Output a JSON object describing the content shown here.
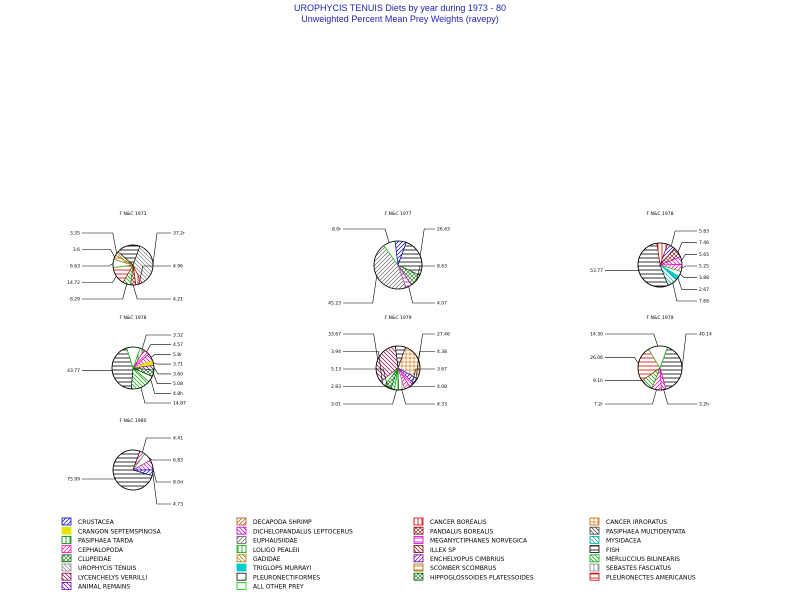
{
  "header": {
    "title": "UROPHYCIS TENUIS Diets by year during 1973 - 80",
    "subtitle": "Unweighted Percent Mean Prey Weights (ravepy)"
  },
  "chart_data": {
    "type": "pie",
    "title": "UROPHYCIS TENUIS Diets by year during 1973 - 80",
    "subtitle": "Unweighted Percent Mean Prey Weights (ravepy)",
    "pies": [
      {
        "label": "F N&C 1973",
        "slices": [
          {
            "category": "UROPHYCIS TENUIS",
            "value": 37.2
          },
          {
            "category": "CANCER BOREALIS",
            "value": 4.96
          },
          {
            "category": "PANDALUS BOREALIS",
            "value": 4.21
          },
          {
            "category": "MERLUCCIUS BILINEARIS",
            "value": 6.29
          },
          {
            "category": "PLEURONECTES AMERICANUS",
            "value": 14.72
          },
          {
            "category": "ALL OTHER PREY",
            "value": 6.63
          },
          {
            "category": "SCOMBER SCOMBRUS",
            "value": 3.6
          },
          {
            "category": "GADIDAE",
            "value": 3.35
          },
          {
            "category": "FISH",
            "value": 19.04
          }
        ],
        "value_labels": [
          "37.2r",
          "4.96",
          "4.21",
          "6.29",
          "14.72",
          "6.63",
          "3.6",
          "3.35"
        ]
      },
      {
        "label": "F N&C 1977",
        "slices": [
          {
            "category": "FISH",
            "value": 26.43
          },
          {
            "category": "CLUPEIDAE",
            "value": 8.63
          },
          {
            "category": "MEGANYCTIPHANES NORVEGICA",
            "value": 4.07
          },
          {
            "category": "EUPHAUSIIDAE",
            "value": 45.23
          },
          {
            "category": "ALL OTHER PREY",
            "value": 8.04
          },
          {
            "category": "CRUSTACEA",
            "value": 7.6
          }
        ],
        "value_labels": [
          "26.43",
          "8.63",
          "4.07",
          "45.23",
          "8.0r"
        ]
      },
      {
        "label": "F N&C 1978",
        "slices": [
          {
            "category": "CRUSTACEA",
            "value": 5.83
          },
          {
            "category": "PANDALUS BOREALIS",
            "value": 7.46
          },
          {
            "category": "DICHELOPANDALUS LEPTOCERUS",
            "value": 5.65
          },
          {
            "category": "CEPHALOPODA",
            "value": 5.25
          },
          {
            "category": "ALL OTHER PREY",
            "value": 3.88
          },
          {
            "category": "TRIGLOPS MURRAYI",
            "value": 2.67
          },
          {
            "category": "MYSIDACEA",
            "value": 7.68
          },
          {
            "category": "FISH",
            "value": 53.77
          },
          {
            "category": "CANCER BOREALIS",
            "value": 7.81
          }
        ],
        "value_labels": [
          "5.83",
          "7.46",
          "5.65",
          "5.25",
          "3.88",
          "2.67",
          "7.68",
          "53.77"
        ]
      },
      {
        "label": "F N&C 1978",
        "slices": [
          {
            "category": "PASIPHAEA TARDA",
            "value": 3.32
          },
          {
            "category": "CEPHALOPODA",
            "value": 4.57
          },
          {
            "category": "DICHELOPANDALUS LEPTOCERUS",
            "value": 5.8
          },
          {
            "category": "CRANGON SEPTEMSPINOSA",
            "value": 3.71
          },
          {
            "category": "ANIMAL REMAINS",
            "value": 3.6
          },
          {
            "category": "CLUPEIDAE",
            "value": 5.08
          },
          {
            "category": "PLEURONECTIFORMES",
            "value": 4.8
          },
          {
            "category": "MERLUCCIUS BILINEARIS",
            "value": 14.87
          },
          {
            "category": "FISH",
            "value": 43.77
          },
          {
            "category": "ALL OTHER PREY",
            "value": 10.48
          }
        ],
        "value_labels": [
          "3.32",
          "4.57",
          "5.8r",
          "3.71",
          "3.60",
          "5.08",
          "4.8h",
          "14.87",
          "43.77"
        ]
      },
      {
        "label": "F N&C 1979",
        "slices": [
          {
            "category": "CANCER IRRORATUS",
            "value": 27.46
          },
          {
            "category": "CRUSTACEA",
            "value": 4.38
          },
          {
            "category": "DICHELOPANDALUS LEPTOCERUS",
            "value": 3.67
          },
          {
            "category": "CEPHALOPODA",
            "value": 4.08
          },
          {
            "category": "SEBASTES FASCIATUS",
            "value": 4.33
          },
          {
            "category": "PASIPHAEA TARDA",
            "value": 3.01
          },
          {
            "category": "MERLUCCIUS BILINEARIS",
            "value": 2.83
          },
          {
            "category": "CLUPEIDAE",
            "value": 5.13
          },
          {
            "category": "ALL OTHER PREY",
            "value": 3.94
          },
          {
            "category": "LYCENCHELYS VERRILLI",
            "value": 33.67
          },
          {
            "category": "FISH",
            "value": 7.5
          }
        ],
        "value_labels": [
          "27.46",
          "4.38",
          "3.67",
          "4.08",
          "4.33",
          "3.01",
          "2.83",
          "5.13",
          "3.94",
          "33.67"
        ]
      },
      {
        "label": "F N&C 1979",
        "slices": [
          {
            "category": "FISH",
            "value": 40.14
          },
          {
            "category": "DICHELOPANDALUS LEPTOCERUS",
            "value": 3.2
          },
          {
            "category": "CEPHALOPODA",
            "value": 7.2
          },
          {
            "category": "MERLUCCIUS BILINEARIS",
            "value": 9.1
          },
          {
            "category": "PLEURONECTES AMERICANUS",
            "value": 26.06
          },
          {
            "category": "ALL OTHER PREY",
            "value": 14.3
          }
        ],
        "value_labels": [
          "40.14",
          "3.2h",
          "7.2r",
          "9.1h",
          "26.06",
          "14.30"
        ]
      },
      {
        "label": "F N&C 1980",
        "slices": [
          {
            "category": "CEPHALOPODA",
            "value": 4.41
          },
          {
            "category": "ALL OTHER PREY",
            "value": 6.83
          },
          {
            "category": "DICHELOPANDALUS LEPTOCERUS",
            "value": 8.04
          },
          {
            "category": "CRUSTACEA",
            "value": 4.73
          },
          {
            "category": "FISH",
            "value": 75.99
          }
        ],
        "value_labels": [
          "4.41",
          "6.83",
          "8.0d",
          "4.73",
          "75.99"
        ]
      }
    ],
    "legend": {
      "placement": "bottom",
      "entries": [
        {
          "label": "CRUSTACEA",
          "color": "#0000cc",
          "pattern": "diag-r"
        },
        {
          "label": "DECAPODA SHRIMP",
          "color": "#aa5511",
          "pattern": "diag-r"
        },
        {
          "label": "CANCER BOREALIS",
          "color": "#cc0000",
          "pattern": "vert"
        },
        {
          "label": "CANCER IRRORATUS",
          "color": "#cc6600",
          "pattern": "grid"
        },
        {
          "label": "CRANGON SEPTEMSPINOSA",
          "color": "#e6e600",
          "pattern": "solid"
        },
        {
          "label": "DICHELOPANDALUS LEPTOCERUS",
          "color": "#cc00cc",
          "pattern": "diag-l"
        },
        {
          "label": "PANDALUS BOREALIS",
          "color": "#880000",
          "pattern": "cross"
        },
        {
          "label": "PASIPHAEA MULTIDENTATA",
          "color": "#333333",
          "pattern": "diag-l"
        },
        {
          "label": "PASIPHAEA TARDA",
          "color": "#008800",
          "pattern": "vert"
        },
        {
          "label": "EUPHAUSIIDAE",
          "color": "#666666",
          "pattern": "diag-r"
        },
        {
          "label": "MEGANYCTIPHANES NORVEGICA",
          "color": "#cc00cc",
          "pattern": "horiz"
        },
        {
          "label": "MYSIDACEA",
          "color": "#00aaaa",
          "pattern": "diag-l"
        },
        {
          "label": "CEPHALOPODA",
          "color": "#ff00aa",
          "pattern": "diag-r"
        },
        {
          "label": "LOLIGO PEALEII",
          "color": "#00aa00",
          "pattern": "vert"
        },
        {
          "label": "ILLEX SP",
          "color": "#880000",
          "pattern": "diag-l"
        },
        {
          "label": "FISH",
          "color": "#000000",
          "pattern": "horiz"
        },
        {
          "label": "CLUPEIDAE",
          "color": "#006600",
          "pattern": "cross"
        },
        {
          "label": "GADIDAE",
          "color": "#aa7700",
          "pattern": "diag-l"
        },
        {
          "label": "ENCHELYOPUS CIMBRIUS",
          "color": "#6600aa",
          "pattern": "diag-r"
        },
        {
          "label": "MERLUCCIUS BILINEARIS",
          "color": "#00aa00",
          "pattern": "diag-l"
        },
        {
          "label": "UROPHYCIS TENUIS",
          "color": "#888888",
          "pattern": "diag-l"
        },
        {
          "label": "TRIGLOPS MURRAYI",
          "color": "#00cccc",
          "pattern": "solid"
        },
        {
          "label": "SCOMBER SCOMBRUS",
          "color": "#aa6600",
          "pattern": "horiz"
        },
        {
          "label": "SEBASTES FASCIATUS",
          "color": "#888888",
          "pattern": "vert"
        },
        {
          "label": "LYCENCHELYS VERRILLI",
          "color": "#880044",
          "pattern": "diag-l"
        },
        {
          "label": "PLEURONECTIFORMES",
          "color": "#000000",
          "pattern": "empty"
        },
        {
          "label": "HIPPOGLOSSOIDES PLATESSOIDES",
          "color": "#006600",
          "pattern": "cross"
        },
        {
          "label": "PLEURONECTES AMERICANUS",
          "color": "#cc0000",
          "pattern": "horiz"
        },
        {
          "label": "ANIMAL REMAINS",
          "color": "#6600aa",
          "pattern": "diag-l"
        },
        {
          "label": "ALL OTHER PREY",
          "color": "#00cc00",
          "pattern": "empty"
        }
      ]
    }
  }
}
